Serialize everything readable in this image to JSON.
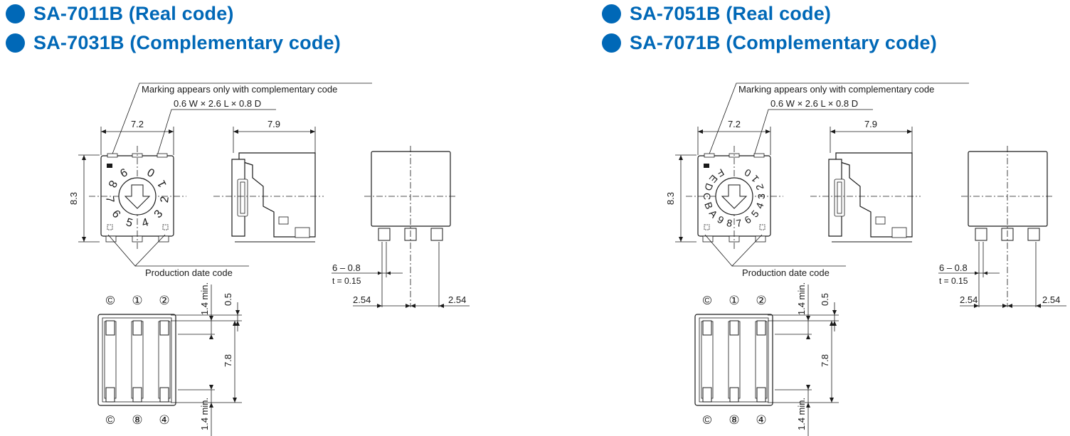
{
  "panels": [
    {
      "heading1": "SA-7011B (Real code)",
      "heading2": "SA-7031B (Complementary code)",
      "dial_digits": [
        "0",
        "1",
        "2",
        "3",
        "4",
        "5",
        "6",
        "7",
        "8",
        "9"
      ],
      "callout_marking": "Marking appears only with complementary code",
      "callout_slot": "0.6 W × 2.6 L × 0.8 D",
      "callout_date": "Production date code",
      "dim_width_front": "7.2",
      "dim_width_side": "7.9",
      "dim_height": "8.3",
      "dim_terminal": "6 – 0.8",
      "dim_thickness": "t = 0.15",
      "dim_pitch_left": "2.54",
      "dim_pitch_right": "2.54",
      "dim_min_top": "1.4 min.",
      "dim_offset": "0.5",
      "dim_span": "7.8",
      "dim_min_bottom": "1.4 min.",
      "pins_top": [
        "©",
        "①",
        "②"
      ],
      "pins_bottom": [
        "©",
        "⑧",
        "④"
      ]
    },
    {
      "heading1": "SA-7051B (Real code)",
      "heading2": "SA-7071B (Complementary code)",
      "dial_digits": [
        "0",
        "1",
        "2",
        "3",
        "4",
        "5",
        "6",
        "7",
        "8",
        "9",
        "A",
        "B",
        "C",
        "D",
        "E",
        "F"
      ],
      "callout_marking": "Marking appears only with complementary code",
      "callout_slot": "0.6 W × 2.6 L × 0.8 D",
      "callout_date": "Production date code",
      "dim_width_front": "7.2",
      "dim_width_side": "7.9",
      "dim_height": "8.3",
      "dim_terminal": "6 – 0.8",
      "dim_thickness": "t = 0.15",
      "dim_pitch_left": "2.54",
      "dim_pitch_right": "2.54",
      "dim_min_top": "1.4 min.",
      "dim_offset": "0.5",
      "dim_span": "7.8",
      "dim_min_bottom": "1.4 min.",
      "pins_top": [
        "©",
        "①",
        "②"
      ],
      "pins_bottom": [
        "©",
        "⑧",
        "④"
      ]
    }
  ],
  "colors": {
    "accent": "#0068b7",
    "line": "#1a1a1a",
    "background": "#ffffff"
  }
}
